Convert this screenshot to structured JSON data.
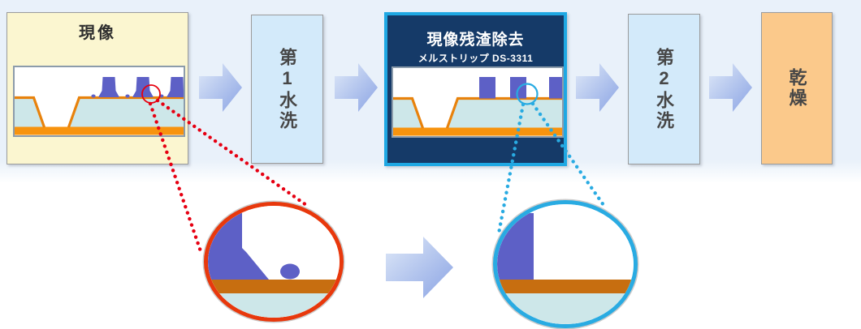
{
  "steps": [
    {
      "id": "develop",
      "label": "現像"
    },
    {
      "id": "first-rinse",
      "label": "第1水洗"
    },
    {
      "id": "residue-removal",
      "title": "現像残渣除去",
      "subtitle": "メルストリップ DS-3311"
    },
    {
      "id": "second-rinse",
      "label": "第2水洗"
    },
    {
      "id": "drying",
      "label": "乾燥"
    }
  ],
  "colors": {
    "band_background": "#e9f1fa",
    "develop_box_fill": "#fbf6d0",
    "rinse_box_fill": "#d3eafa",
    "highlight_box_fill": "#153a68",
    "highlight_box_border": "#1fa8e3",
    "dry_box_fill": "#fbc98b",
    "arrow_gradient_start": "#dfe9f8",
    "arrow_gradient_end": "#8ba4e4",
    "before_accent_red": "#e8380c",
    "after_accent_blue": "#29abe2",
    "resist_purple": "#5d60c6",
    "oxide_orange_bright": "#f7930e",
    "oxide_orange_line": "#e8820c",
    "magnifier_band_orange": "#c76e10",
    "substrate_cyan": "#cde7e9"
  },
  "icons": [
    "arrow-right-icon",
    "magnifier-before-circle",
    "magnifier-after-circle"
  ]
}
